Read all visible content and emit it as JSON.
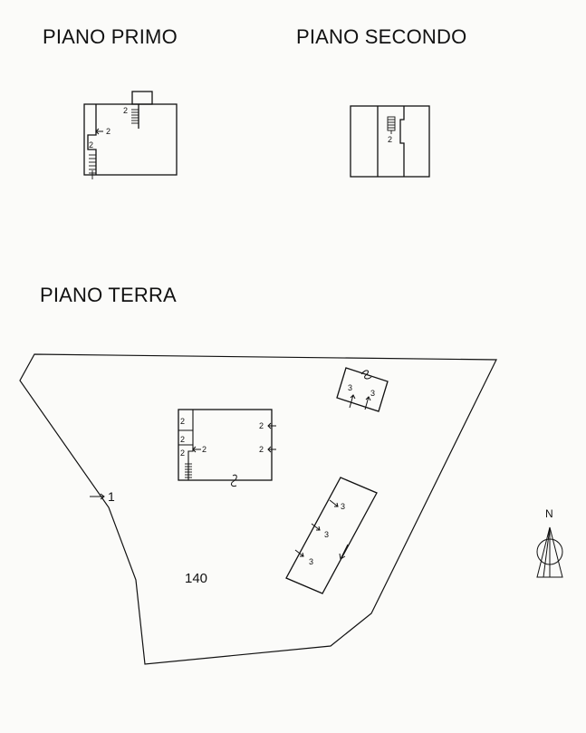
{
  "headings": {
    "primo": "PIANO PRIMO",
    "secondo": "PIANO SECONDO",
    "terra": "PIANO TERRA"
  },
  "primo": {
    "label_a": "2",
    "label_b": "2",
    "label_c": "2"
  },
  "secondo": {
    "label_a": "2"
  },
  "terra": {
    "parcel_number": "140",
    "boundary_label": "1",
    "house_labels": [
      "2",
      "2",
      "2",
      "2",
      "2",
      "2"
    ],
    "annex_labels": [
      "3",
      "3"
    ],
    "shed_labels": [
      "3",
      "3",
      "3"
    ]
  },
  "compass": {
    "north_label": "N"
  }
}
